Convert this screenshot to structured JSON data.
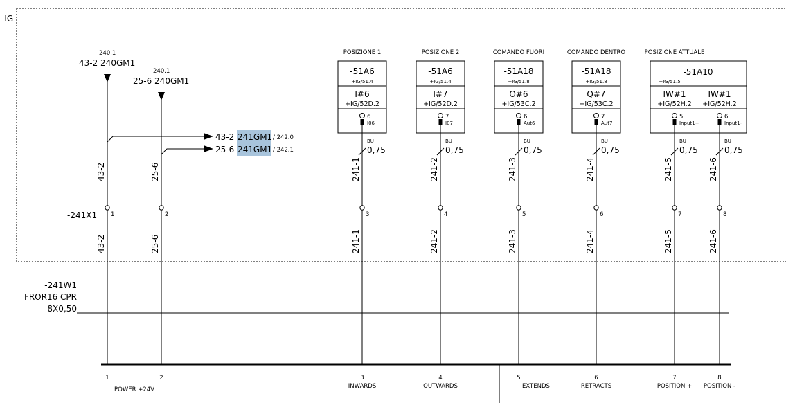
{
  "location_tag": "-IG",
  "terminal_strip": "-241X1",
  "cable": {
    "tag": "-241W1",
    "type": "FROR16 CPR",
    "size": "8X0,50"
  },
  "sources": [
    {
      "page": "240.1",
      "ref": "43-2 240GM1"
    },
    {
      "page": "240.1",
      "ref": "25-6 240GM1"
    }
  ],
  "crossrefs": [
    {
      "wire": "43-2",
      "dest": "241GM1",
      "page": "/ 242.0"
    },
    {
      "wire": "25-6",
      "dest": "241GM1",
      "page": "/ 242.1"
    }
  ],
  "power_wires": [
    {
      "wire": "43-2",
      "terminal": "1"
    },
    {
      "wire": "25-6",
      "terminal": "2"
    }
  ],
  "modules": [
    {
      "title": "POSIZIONE 1",
      "device": "-51A6",
      "device_ref": "+IG/51.4",
      "ios": [
        {
          "addr": "I#6",
          "ref": "+IG/52D.2",
          "pin": "6",
          "sig": "I06"
        }
      ]
    },
    {
      "title": "POSIZIONE 2",
      "device": "-51A6",
      "device_ref": "+IG/51.4",
      "ios": [
        {
          "addr": "I#7",
          "ref": "+IG/52D.2",
          "pin": "7",
          "sig": "I07"
        }
      ]
    },
    {
      "title": "COMANDO FUORI",
      "device": "-51A18",
      "device_ref": "+IG/51.8",
      "ios": [
        {
          "addr": "O#6",
          "ref": "+IG/53C.2",
          "pin": "6",
          "sig": "Aut6"
        }
      ]
    },
    {
      "title": "COMANDO DENTRO",
      "device": "-51A18",
      "device_ref": "+IG/51.8",
      "ios": [
        {
          "addr": "Q#7",
          "ref": "+IG/53C.2",
          "pin": "7",
          "sig": "Aut7"
        }
      ]
    },
    {
      "title": "POSIZIONE ATTUALE",
      "device": "-51A10",
      "device_ref": "+IG/51.5",
      "ios": [
        {
          "addr": "IW#1",
          "ref": "+IG/52H.2",
          "pin": "5",
          "sig": "Input1+"
        },
        {
          "addr": "IW#1",
          "ref": "+IG/52H.2",
          "pin": "6",
          "sig": "Input1-"
        }
      ]
    }
  ],
  "signal_wires": [
    {
      "wire": "241-1",
      "color": "BU",
      "section": "0,75",
      "terminal": "3"
    },
    {
      "wire": "241-2",
      "color": "BU",
      "section": "0,75",
      "terminal": "4"
    },
    {
      "wire": "241-3",
      "color": "BU",
      "section": "0,75",
      "terminal": "5"
    },
    {
      "wire": "241-4",
      "color": "BU",
      "section": "0,75",
      "terminal": "6"
    },
    {
      "wire": "241-5",
      "color": "BU",
      "section": "0,75",
      "terminal": "7"
    },
    {
      "wire": "241-6",
      "color": "BU",
      "section": "0,75",
      "terminal": "8"
    }
  ],
  "bottom_labels": [
    {
      "num": "1",
      "label": ""
    },
    {
      "num": "2",
      "label": ""
    },
    {
      "num": "3",
      "label": "INWARDS"
    },
    {
      "num": "4",
      "label": "OUTWARDS"
    },
    {
      "num": "5",
      "label": "EXTENDS"
    },
    {
      "num": "6",
      "label": "RETRACTS"
    },
    {
      "num": "7",
      "label": "POSITION +"
    },
    {
      "num": "8",
      "label": "POSITION -"
    }
  ],
  "power_label": "POWER +24V",
  "highlight_color": "#a8c4dc"
}
